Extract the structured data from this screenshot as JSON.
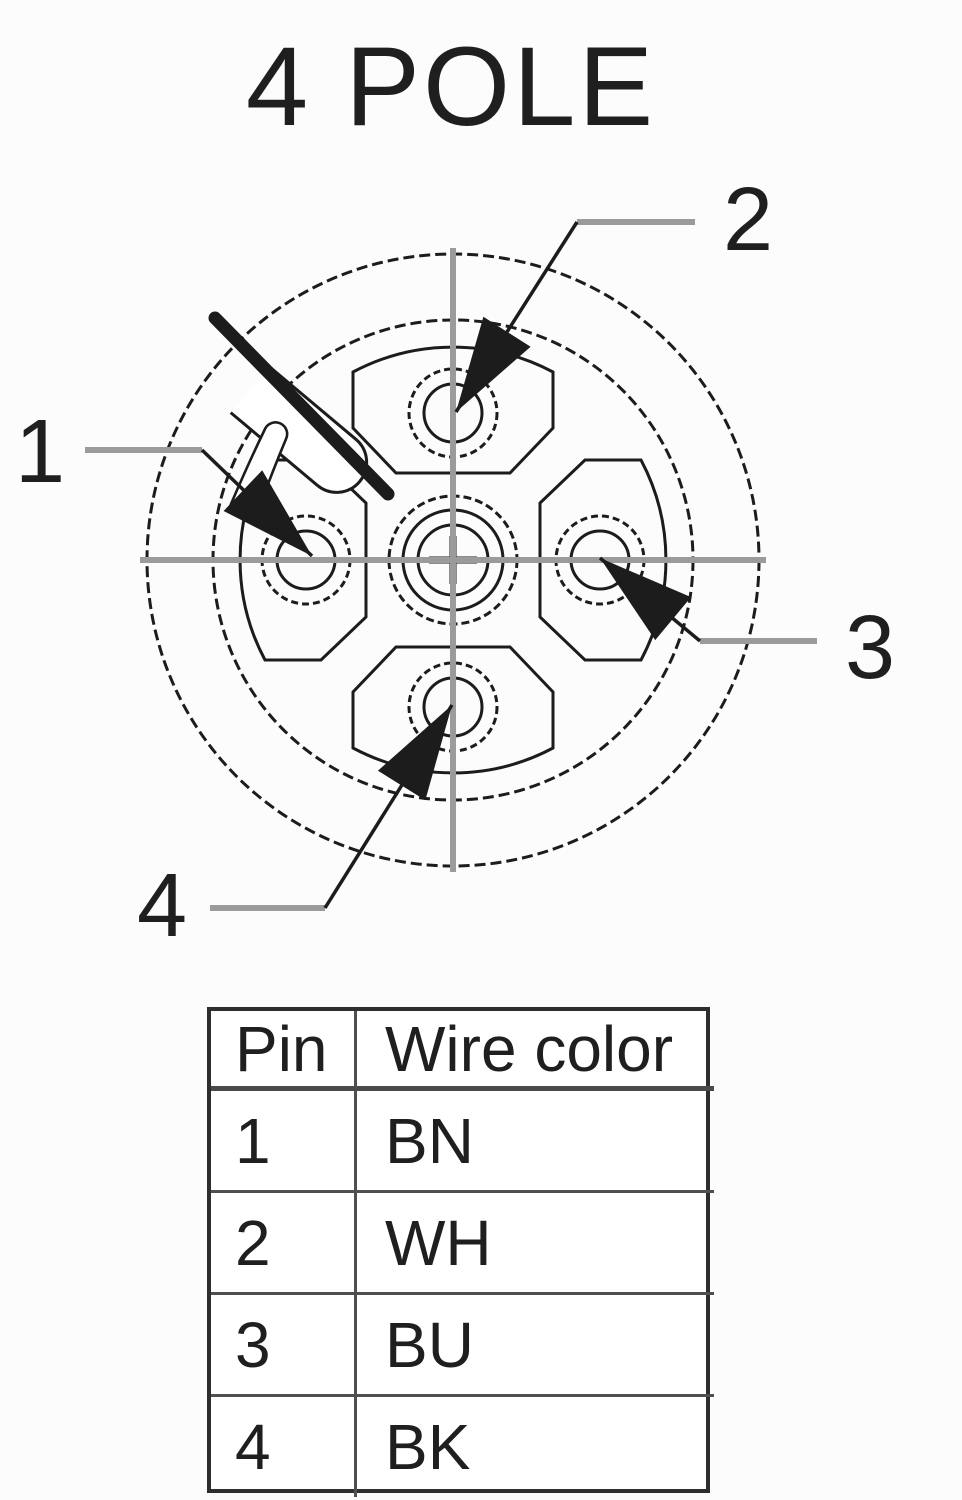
{
  "title": "4 POLE",
  "connector": {
    "description": "4-pole circular connector face view with keyway",
    "callouts": {
      "pin1": "1",
      "pin2": "2",
      "pin3": "3",
      "pin4": "4"
    }
  },
  "table": {
    "headers": {
      "pin": "Pin",
      "wire_color": "Wire color"
    },
    "rows": [
      {
        "pin": "1",
        "wire_color": "BN"
      },
      {
        "pin": "2",
        "wire_color": "WH"
      },
      {
        "pin": "3",
        "wire_color": "BU"
      },
      {
        "pin": "4",
        "wire_color": "BK"
      }
    ]
  },
  "colors": {
    "line": "#1c1c1c",
    "leader_gray": "#9b9b9b",
    "text": "#1f1f1f"
  }
}
